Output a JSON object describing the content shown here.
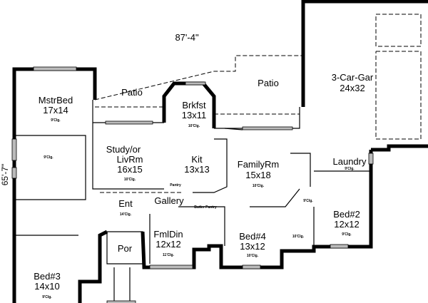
{
  "dimensions": {
    "width": "87'-4\"",
    "depth": "65'-7\""
  },
  "rooms": [
    {
      "name": "MstrBed",
      "size": "17x14",
      "ceiling": "9'Clg."
    },
    {
      "name": "Patio",
      "size": "",
      "ceiling": ""
    },
    {
      "name": "Brkfst",
      "size": "13x11",
      "ceiling": "10'Clg."
    },
    {
      "name": "Patio",
      "size": "",
      "ceiling": ""
    },
    {
      "name": "3-Car-Gar",
      "size": "24x32",
      "ceiling": ""
    },
    {
      "name": "Study/or",
      "size": "LivRm",
      "ceiling": "16x15"
    },
    {
      "name": "Kit",
      "size": "13x13",
      "ceiling": ""
    },
    {
      "name": "FamilyRm",
      "size": "15x18",
      "ceiling": "10'Clg."
    },
    {
      "name": "Laundry",
      "size": "",
      "ceiling": "9'Clg."
    },
    {
      "name": "Gallery",
      "size": "",
      "ceiling": ""
    },
    {
      "name": "Ent",
      "size": "",
      "ceiling": "14'Clg."
    },
    {
      "name": "FmlDin",
      "size": "12x12",
      "ceiling": "11'Clg."
    },
    {
      "name": "Bed#4",
      "size": "13x12",
      "ceiling": "10'Clg."
    },
    {
      "name": "Bed#2",
      "size": "12x12",
      "ceiling": "9'Clg."
    },
    {
      "name": "Por",
      "size": "",
      "ceiling": ""
    },
    {
      "name": "Bed#3",
      "size": "14x10",
      "ceiling": "9'Clg."
    }
  ],
  "notes": {
    "study_ceiling": "10'Clg.",
    "master_bath_ceiling": "9'Clg.",
    "pantry": "Pantry",
    "butler_pantry": "Butler Pantry",
    "hall_ceiling": "9'Clg.",
    "bath_ceiling": "10'Clg."
  }
}
